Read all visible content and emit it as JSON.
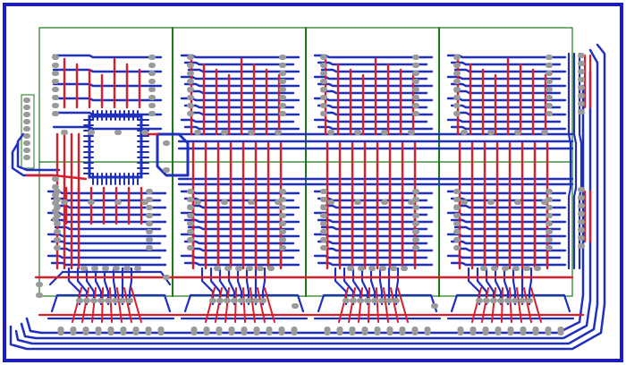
{
  "view": {
    "background": "#ffffff",
    "colors": {
      "board_outline": "#1a1acc",
      "top_copper": "#d81e2a",
      "bottom_copper": "#1f2fbf",
      "silkscreen": "#1a7a1a",
      "pads": "#9a9a9a",
      "pad_hole": "#ffffff"
    },
    "layers": [
      "board-outline",
      "silkscreen",
      "bottom-copper",
      "top-copper",
      "pads"
    ],
    "components": {
      "display_modules": 4,
      "display_rows": 2,
      "microcontroller": "qfp-44",
      "connector": "edge-header",
      "driver_ics": 4
    }
  }
}
